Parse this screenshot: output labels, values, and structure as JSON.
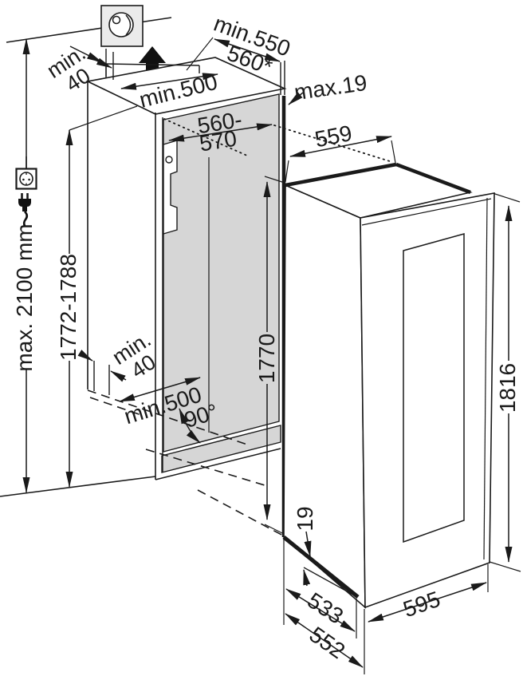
{
  "diagram_type": "installation-dimension-drawing",
  "labels": {
    "ceiling_max_height": "max. 2100 mm",
    "niche_height": "1772-1788",
    "top_gap_line1": "min.",
    "top_gap_line2": "40",
    "top_vent_min": "min.500",
    "top_depth_min": "min.550",
    "top_depth_alt": "560*",
    "front_panel_max": "max.19",
    "niche_width_line1": "560-",
    "niche_width_line2": "570",
    "appliance_top_width": "559",
    "niche_inner_height": "1770",
    "bottom_gap_line1": "min.",
    "bottom_gap_line2": "40",
    "bottom_vent_min": "min.500",
    "door_open_angle": "90°",
    "appliance_height": "1816",
    "bottom_edge_gap": "19",
    "depth_excl_door": "533",
    "depth_incl_door": "552",
    "appliance_width": "595"
  },
  "icons": {
    "wall_socket_plate": "socket-plate",
    "power_outlet": "power-outlet",
    "power_plug": "power-plug",
    "airflow_up": "airflow-up-arrow"
  },
  "colors": {
    "line": "#1a1a1a",
    "niche_fill": "#d6d6d6",
    "plate_fill": "#ebebeb",
    "background": "#ffffff"
  }
}
